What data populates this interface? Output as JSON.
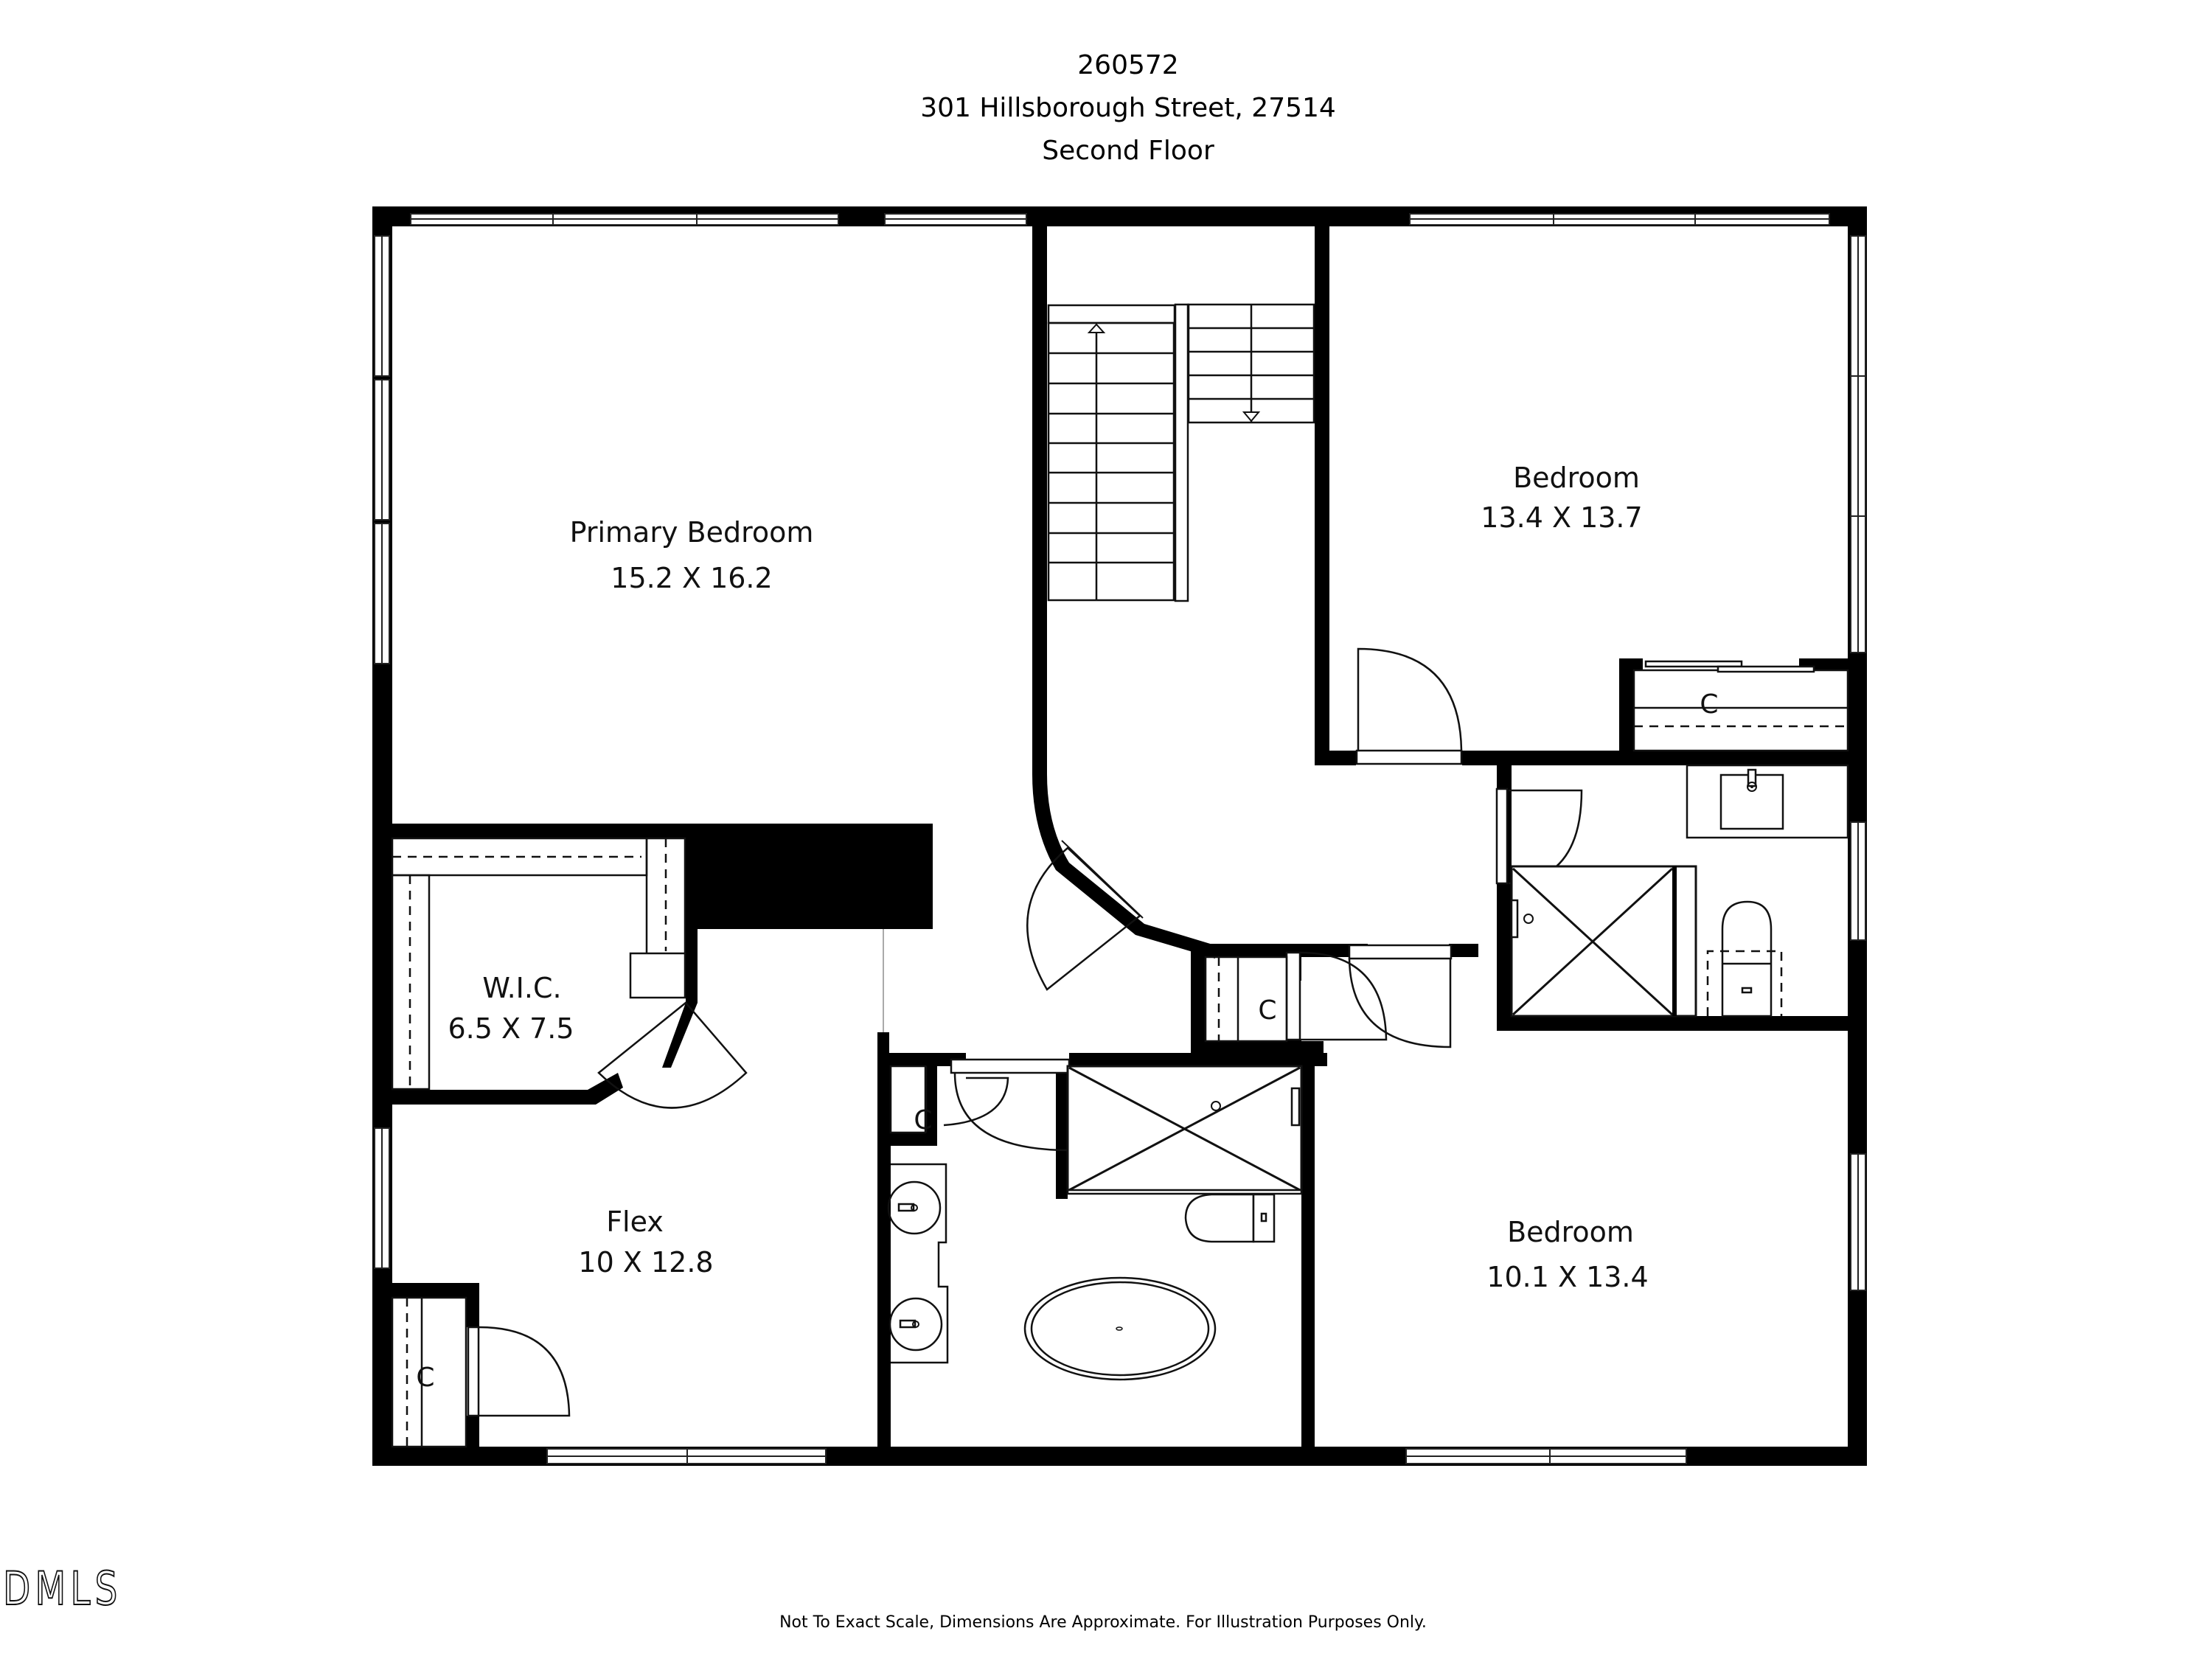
{
  "header": {
    "listing_id": "260572",
    "address": "301 Hillsborough Street, 27514",
    "floor": "Second Floor"
  },
  "rooms": [
    {
      "name": "Primary Bedroom",
      "dimensions": "15.2 X 16.2"
    },
    {
      "name": "Bedroom",
      "dimensions": "13.4 X 13.7"
    },
    {
      "name": "W.I.C.",
      "dimensions": "6.5 X 7.5"
    },
    {
      "name": "Flex",
      "dimensions": "10 X 12.8"
    },
    {
      "name": "Bedroom",
      "dimensions": "10.1 X 13.4"
    }
  ],
  "closets": {
    "label": "C",
    "count": 5
  },
  "icons": {
    "stairs": "stairs-icon",
    "up_arrow": "arrow-up-icon",
    "down_arrow": "arrow-down-icon",
    "shower": "shower-icon",
    "toilet": "toilet-icon",
    "sink": "sink-icon",
    "bathtub": "bathtub-icon",
    "door": "door-swing-icon",
    "window": "window-icon"
  },
  "colors": {
    "wall": "#000000",
    "background": "#ffffff",
    "line": "#111111"
  },
  "footer": {
    "disclaimer": "Not To Exact Scale, Dimensions Are Approximate. For Illustration Purposes Only.",
    "logo": "DMLS"
  }
}
